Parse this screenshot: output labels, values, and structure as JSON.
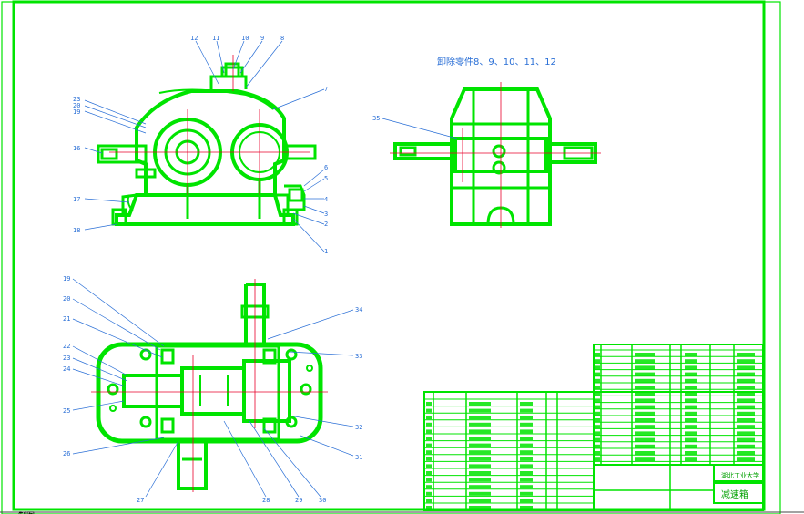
{
  "note": "卸除零件8、9、10、11、12",
  "title_block": {
    "drawing_name": "减速箱",
    "school": "湖北工业大学"
  },
  "part_numbers": {
    "front": [
      "12",
      "11",
      "10",
      "9",
      "8",
      "7",
      "23",
      "20",
      "19",
      "16",
      "17",
      "18",
      "6",
      "5",
      "4",
      "3",
      "2",
      "1"
    ],
    "side": [
      "35"
    ],
    "top": [
      "19",
      "20",
      "21",
      "22",
      "23",
      "24",
      "25",
      "26",
      "27",
      "28",
      "29",
      "30",
      "31",
      "32",
      "33",
      "34"
    ]
  },
  "colors": {
    "outline": "#00e400",
    "centerline": "#e8002a",
    "labels": "#2a6fd6",
    "sheet_frame": "#00e400"
  },
  "bottom_cut_text": "制图"
}
